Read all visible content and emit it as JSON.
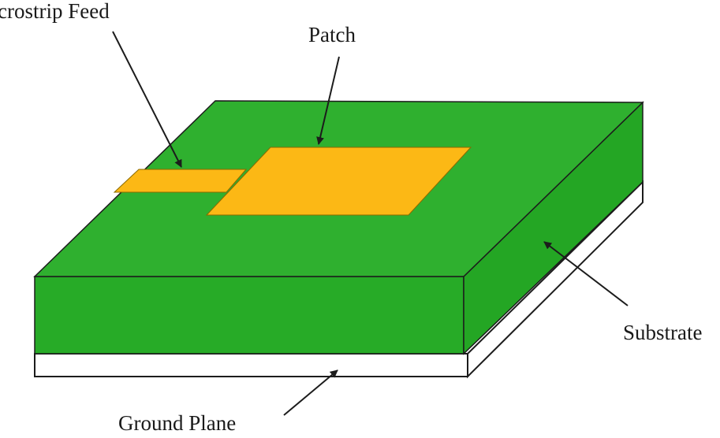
{
  "labels": {
    "microstrip_feed": "crostrip Feed",
    "patch": "Patch",
    "substrate": "Substrate",
    "ground_plane": "Ground Plane"
  },
  "colors": {
    "substrate_top": "#2fb02f",
    "substrate_front": "#27ab27",
    "substrate_side": "#24a624",
    "patch": "#fcb815",
    "ground_plane": "#ffffff",
    "outline": "#1c1c1c",
    "text": "#1a1a1a"
  }
}
